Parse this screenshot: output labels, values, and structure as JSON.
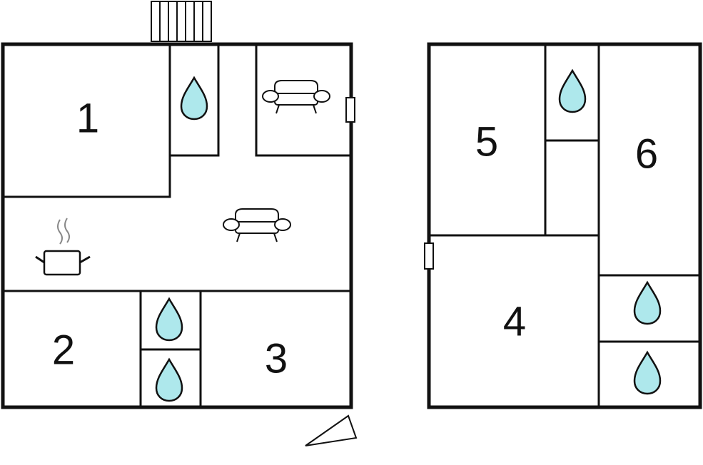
{
  "floor_plan": {
    "rooms": [
      {
        "id": "room-1",
        "label": "1"
      },
      {
        "id": "room-2",
        "label": "2"
      },
      {
        "id": "room-3",
        "label": "3"
      },
      {
        "id": "room-4",
        "label": "4"
      },
      {
        "id": "room-5",
        "label": "5"
      },
      {
        "id": "room-6",
        "label": "6"
      }
    ],
    "icons": [
      "water-drop-icon",
      "sofa-icon",
      "cooking-pot-icon",
      "stairs-icon",
      "door-icon",
      "compass-arrow-icon"
    ],
    "colors": {
      "water": "#aee8ec",
      "walls": "#111111",
      "background": "#ffffff"
    }
  }
}
